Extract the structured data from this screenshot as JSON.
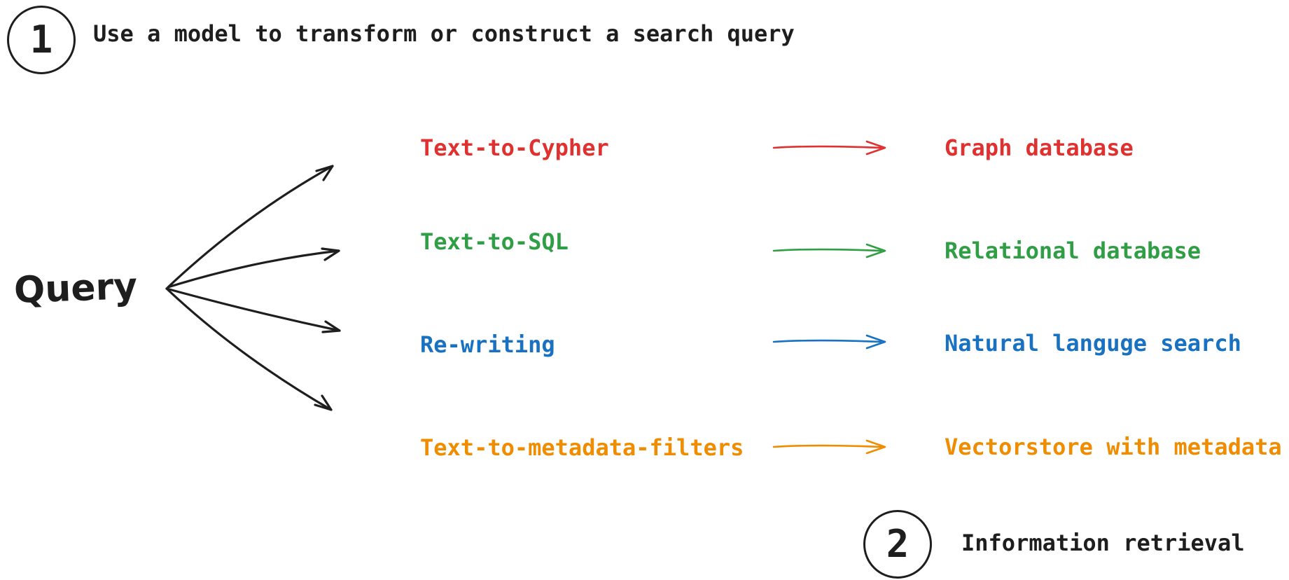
{
  "steps": {
    "step1": {
      "number": "1",
      "label": "Use a model to transform or construct a search query"
    },
    "step2": {
      "number": "2",
      "label": "Information retrieval"
    }
  },
  "query_node": {
    "label": "Query"
  },
  "rows": [
    {
      "transform": "Text-to-Cypher",
      "target": "Graph database",
      "color": "#e03131"
    },
    {
      "transform": "Text-to-SQL",
      "target": "Relational database",
      "color": "#2f9e44"
    },
    {
      "transform": "Re-writing",
      "target": "Natural languge search",
      "color": "#1971c2"
    },
    {
      "transform": "Text-to-metadata-filters",
      "target": "Vectorstore with metadata",
      "color": "#f08c00"
    }
  ],
  "colors": {
    "ink": "#1e1e1e",
    "background": "#ffffff"
  }
}
